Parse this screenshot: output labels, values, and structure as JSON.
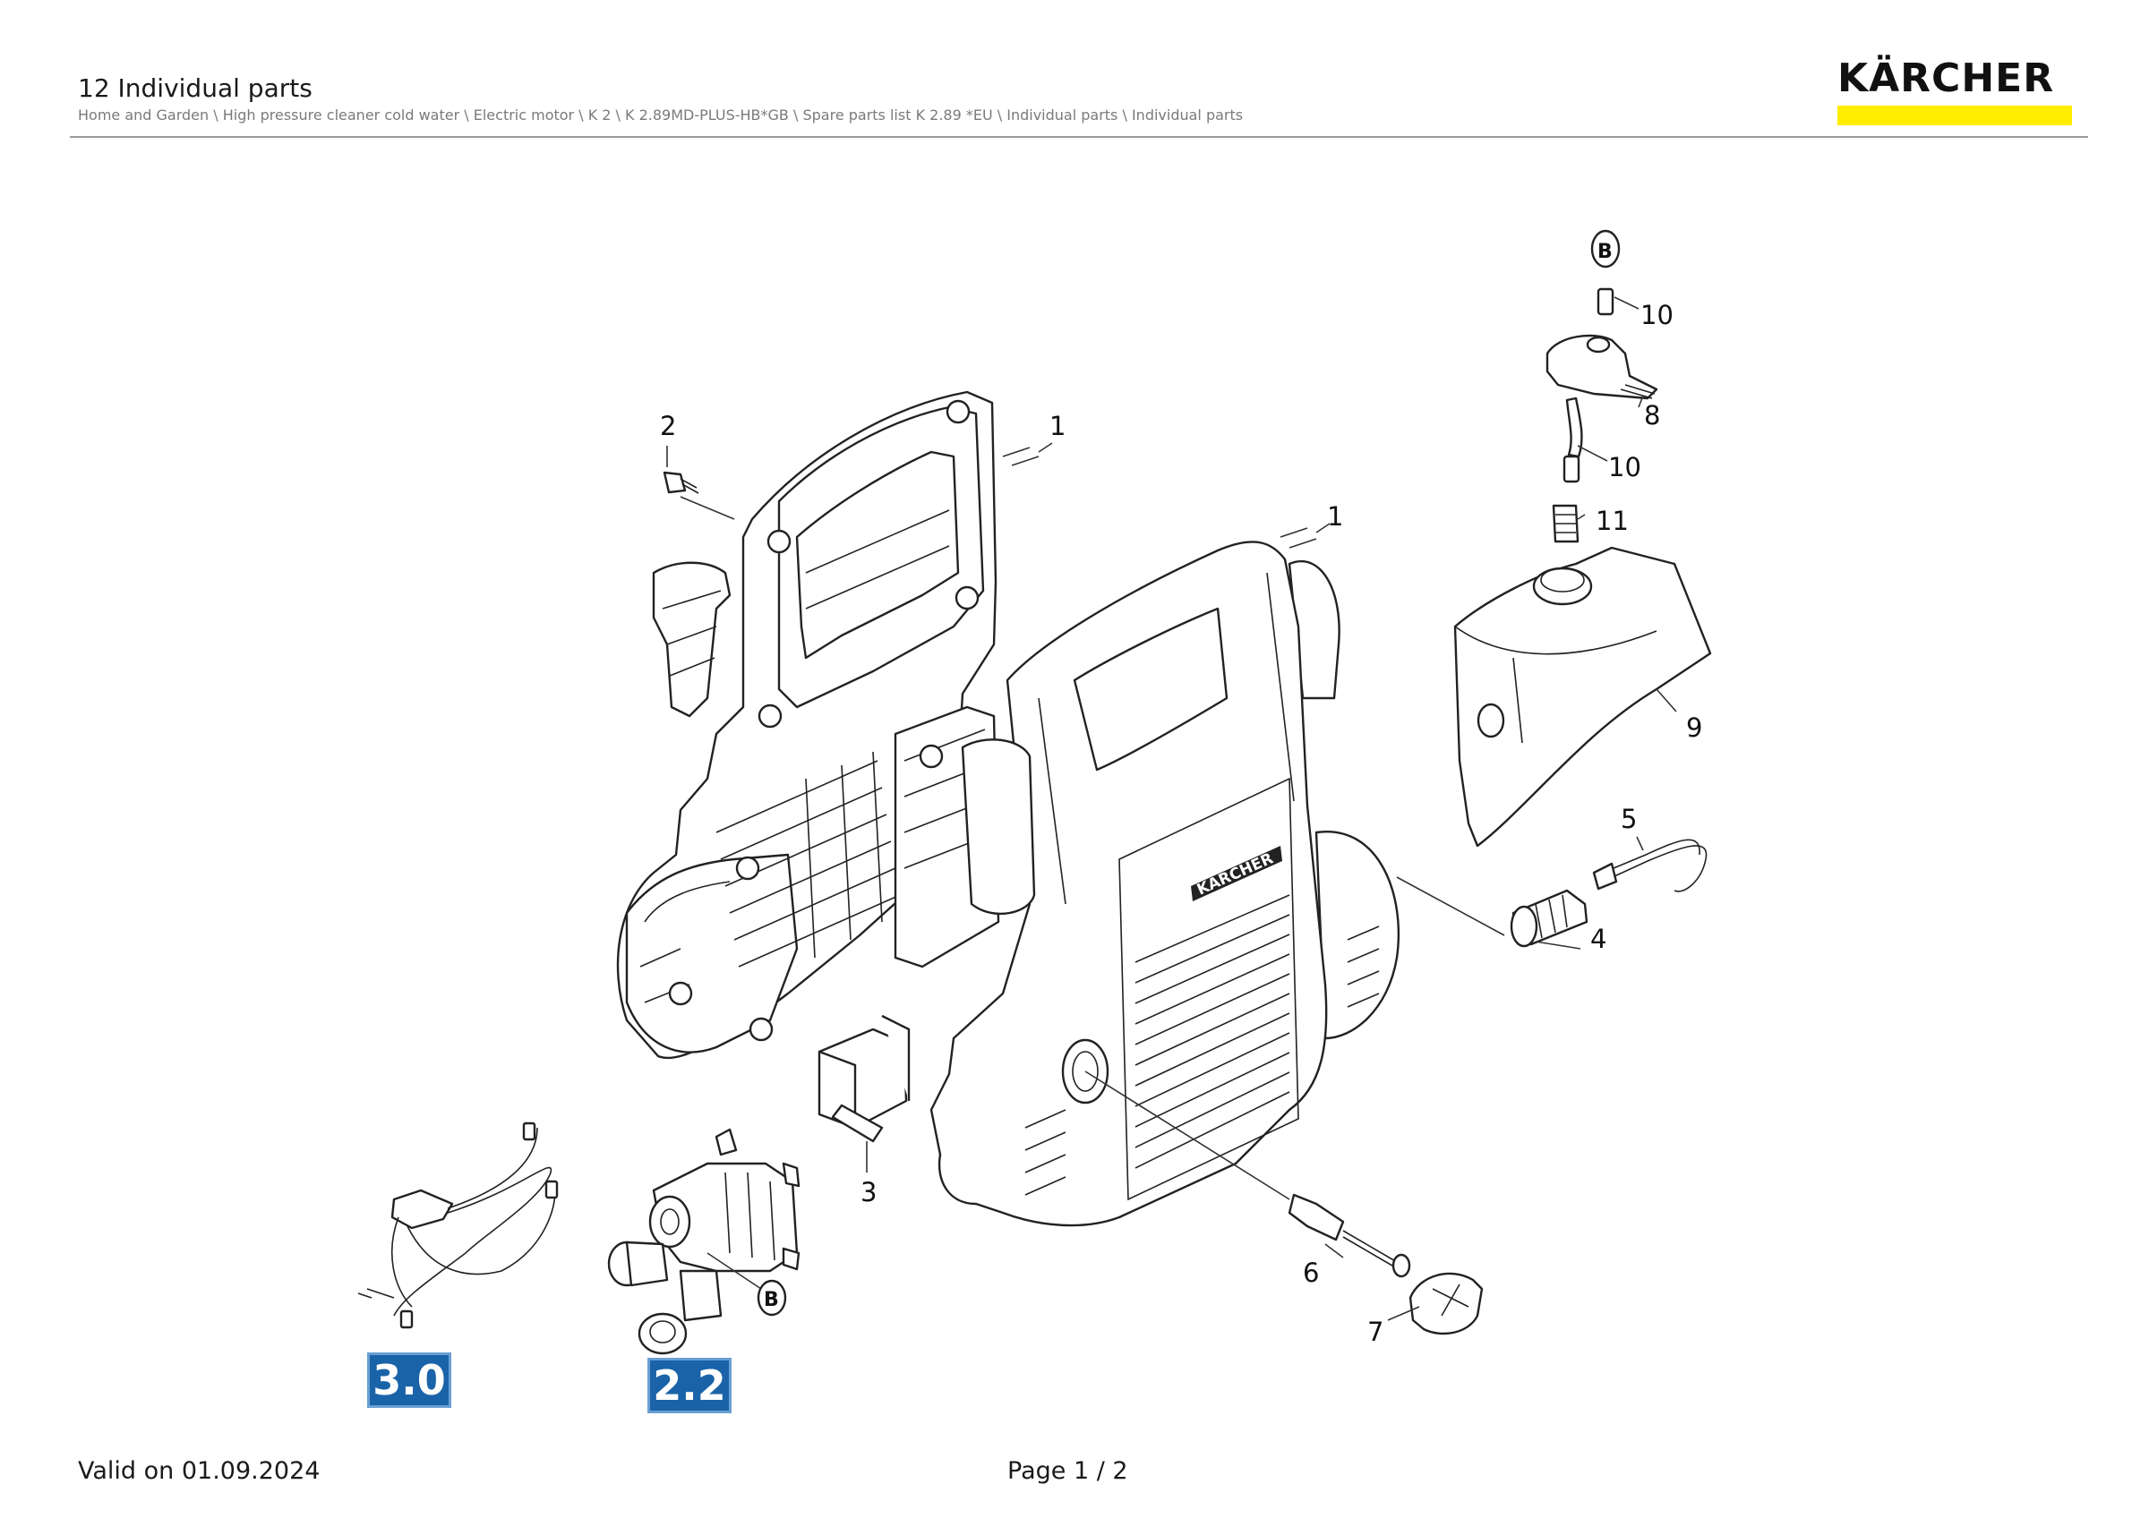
{
  "header": {
    "title": "12 Individual parts",
    "breadcrumb": "Home and Garden \\ High pressure cleaner cold water \\ Electric motor \\ K 2 \\ K 2.89MD-PLUS-HB*GB \\ Spare parts list K 2.89 *EU \\ Individual parts \\ Individual parts"
  },
  "brand": {
    "name": "KÄRCHER",
    "accent_color": "#ffed00",
    "text_color": "#111111"
  },
  "diagram": {
    "housing_label": "KÄRCHER",
    "callouts": {
      "c1a": "1",
      "c1b": "1",
      "c2": "2",
      "c3": "3",
      "c4": "4",
      "c5": "5",
      "c6": "6",
      "c7": "7",
      "c8": "8",
      "c9": "9",
      "c10a": "10",
      "c10b": "10",
      "c11": "11"
    },
    "b_markers": [
      "B",
      "B"
    ],
    "badges": {
      "wiring": "3.0",
      "pump": "2.2"
    },
    "badge_color": "#1b63a8"
  },
  "footer": {
    "valid": "Valid on 01.09.2024",
    "page": "Page 1 / 2"
  }
}
